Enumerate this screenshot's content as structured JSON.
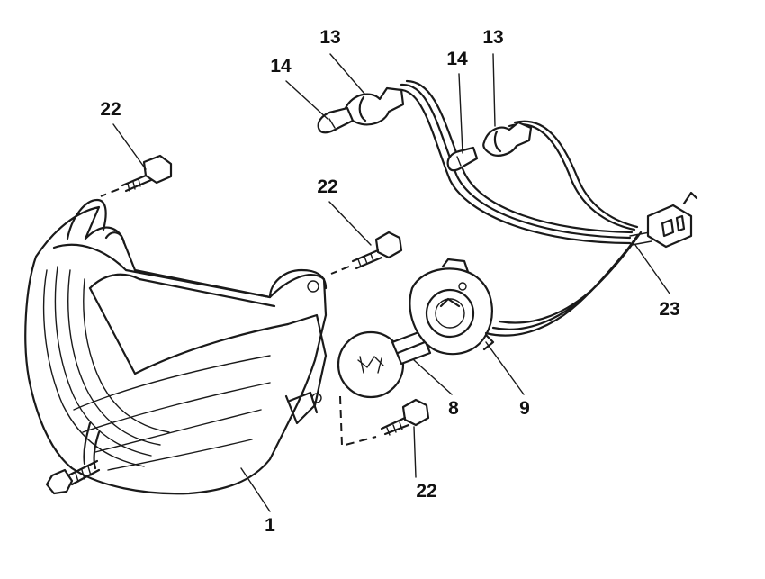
{
  "callouts": [
    {
      "id": "c1",
      "text": "1"
    },
    {
      "id": "c8",
      "text": "8"
    },
    {
      "id": "c9",
      "text": "9"
    },
    {
      "id": "c13a",
      "text": "13"
    },
    {
      "id": "c13b",
      "text": "13"
    },
    {
      "id": "c14a",
      "text": "14"
    },
    {
      "id": "c14b",
      "text": "14"
    },
    {
      "id": "c22a",
      "text": "22"
    },
    {
      "id": "c22b",
      "text": "22"
    },
    {
      "id": "c22c",
      "text": "22"
    },
    {
      "id": "c23",
      "text": "23"
    }
  ]
}
